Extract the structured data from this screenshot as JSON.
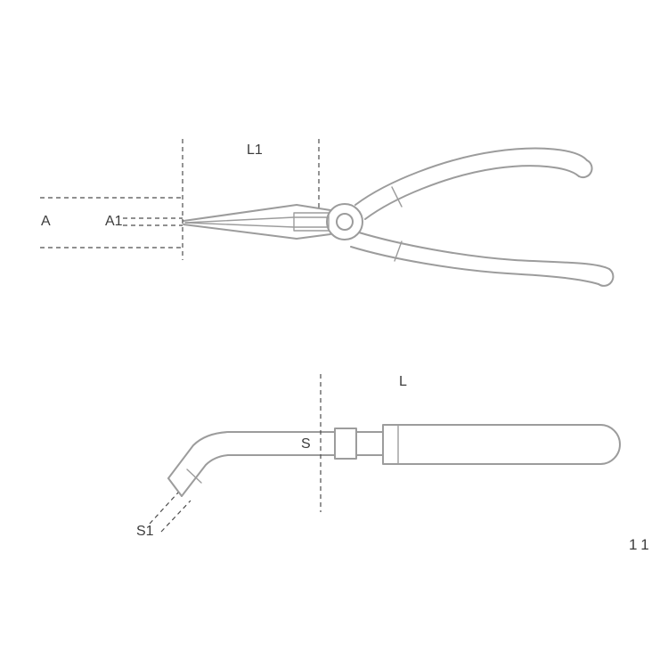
{
  "diagram": {
    "main_view": {
      "length_label": "L1",
      "width_label": "A",
      "tip_width_label": "A1"
    },
    "profile_view": {
      "length_label": "L",
      "thickness_label": "S",
      "tip_thickness_label": "S1"
    },
    "page_number": "11",
    "colors": {
      "background": "#ffffff",
      "tool_outline": "#9c9c9c",
      "dimension_line": "#4d4d4d",
      "text": "#3c3c3c"
    }
  }
}
